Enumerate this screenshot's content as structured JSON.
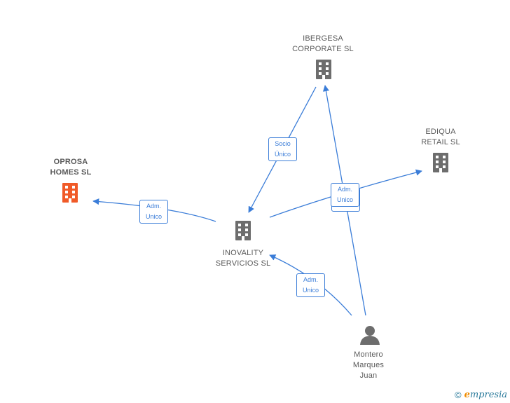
{
  "nodes": {
    "ibergesa": {
      "label": "IBERGESA\nCORPORATE  SL",
      "type": "company",
      "color": "#6d6d6d"
    },
    "ediqua": {
      "label": "EDIQUA\nRETAIL  SL",
      "type": "company",
      "color": "#6d6d6d"
    },
    "oprosa": {
      "label": "OPROSA\nHOMES  SL",
      "type": "company",
      "color": "#f05a28"
    },
    "inovality": {
      "label": "INOVALITY\nSERVICIOS  SL",
      "type": "company",
      "color": "#6d6d6d"
    },
    "montero": {
      "label": "Montero\nMarques\nJuan",
      "type": "person",
      "color": "#6d6d6d"
    }
  },
  "edges": [
    {
      "from": "inovality",
      "to": "oprosa",
      "label": "Adm.\nUnico"
    },
    {
      "from": "ibergesa",
      "to": "inovality",
      "label": "Socio\nÚnico"
    },
    {
      "from": "inovality",
      "to": "ediqua",
      "label": "Adm.\nUnico"
    },
    {
      "from": "montero",
      "to": "ibergesa",
      "label": "Adm.\nUnico"
    },
    {
      "from": "montero",
      "to": "inovality",
      "label": "Adm.\nUnico"
    }
  ],
  "edge_color": "#3b7dd8",
  "copyright": {
    "symbol": "©",
    "brand_initial": "e",
    "brand_rest": "mpresia"
  }
}
